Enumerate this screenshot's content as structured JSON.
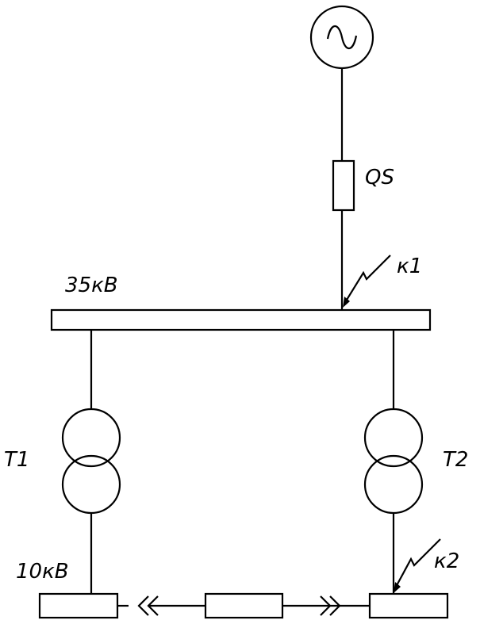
{
  "labels": {
    "breaker": "QS",
    "fault_1": "к1",
    "bus_high": "35кВ",
    "transformer_1": "Т1",
    "transformer_2": "Т2",
    "bus_low": "10кВ",
    "fault_2": "к2"
  },
  "icons": {
    "source": "ac-generator-icon",
    "breaker": "switch-rectangle-icon",
    "fault": "lightning-arrow-icon",
    "transformer": "two-winding-transformer-icon",
    "sectional_link": "withdrawable-connector-icon"
  },
  "colors": {
    "line": "#000000",
    "background": "#ffffff"
  }
}
